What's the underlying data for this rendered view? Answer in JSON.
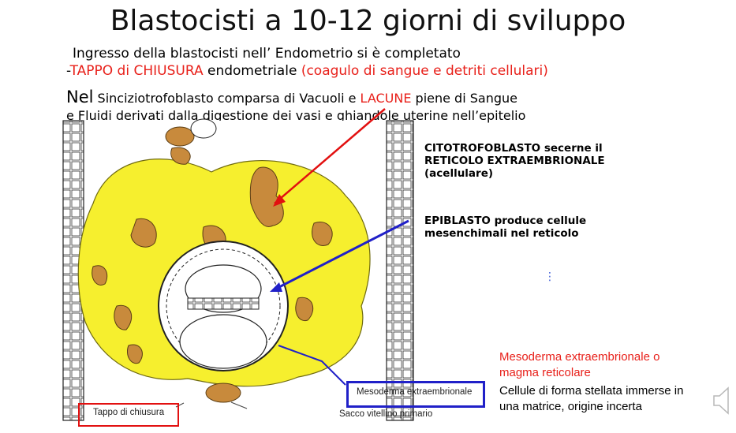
{
  "slide": {
    "title": "Blastocisti a 10-12 giorni di sviluppo",
    "lines": {
      "l1": "Ingresso della blastocisti nell’ Endometrio si è completato",
      "l2_prefix": "-",
      "l2_red1": "TAPPO di CHIUSURA",
      "l2_mid": " endometriale ",
      "l2_red2": "(coagulo di sangue e  detriti cellulari)",
      "l3_big": "Nel",
      "l3_rest1": " Sinciziotrofoblasto comparsa di Vacuoli e ",
      "l3_red": "LACUNE",
      "l3_rest2": "  piene di Sangue",
      "l4": "e Fluidi derivati dalla digestione dei vasi e ghiandole uterine nell’epitelio"
    },
    "labels": {
      "citotrofoblasto": "CITOTROFOBLASTO secerne il RETICOLO EXTRAEMBRIONALE (acellulare)",
      "epiblasto": "EPIBLASTO produce cellule mesenchimali nel reticolo",
      "dots": "⋮"
    },
    "figure_labels": {
      "tappo": "Tappo di chiusura",
      "mesoderma": "Mesoderma extraembrionale",
      "sacco": "Sacco vitellino primario"
    },
    "note": {
      "red": "Mesoderma extraembrionale o magma reticolare",
      "black": "Cellule di forma stellata immerse in una matrice, origine incerta"
    },
    "icons": {
      "speaker": "speaker-icon"
    },
    "colors": {
      "syncytium": "#f6ef2e",
      "lacune": "#c88a3c",
      "red_text": "#e8201a",
      "blue_box": "#2020c8"
    }
  }
}
